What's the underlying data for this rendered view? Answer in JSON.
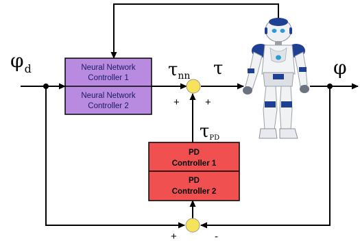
{
  "diagram": {
    "inputs": {
      "phi_d": "φ",
      "phi_d_sub": "d",
      "phi_out": "φ"
    },
    "signals": {
      "tau": "τ",
      "tau_nn": "τ",
      "tau_nn_sub": "nn",
      "tau_pd": "τ",
      "tau_pd_sub": "PD"
    },
    "nn_block": {
      "line1a": "Neural Network",
      "line1b": "Controller 1",
      "line2a": "Neural Network",
      "line2b": "Controller 2",
      "fill": "#b98be0"
    },
    "pd_block": {
      "line1a": "PD",
      "line1b": "Controller 1",
      "line2a": "PD",
      "line2b": "Controller 2",
      "fill": "#f05050"
    },
    "summing_junction_fill": "#f7e35a",
    "signs": {
      "top_left": "+",
      "top_right": "+",
      "bottom_left": "+",
      "bottom_right": "-"
    },
    "plant": {
      "icon": "humanoid-robot-icon"
    }
  }
}
